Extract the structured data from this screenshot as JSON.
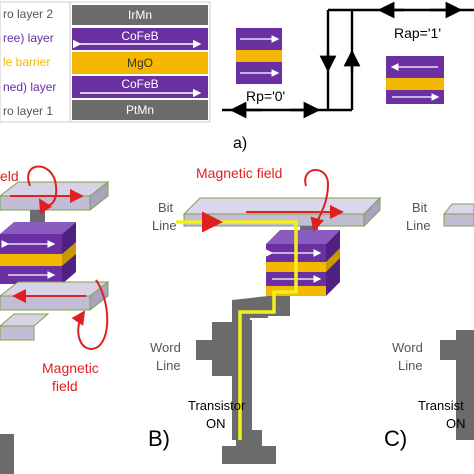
{
  "stack": {
    "rows": [
      {
        "label": "ro layer 2",
        "material": "IrMn",
        "color": "#6b6b6b",
        "text_color": "#ffffff"
      },
      {
        "label": "ree) layer",
        "material": "CoFeB",
        "color": "#6a2fa0",
        "text_color": "#ffffff",
        "label_color": "#6a2fa0"
      },
      {
        "label": "le barrier",
        "material": "MgO",
        "color": "#f5b800",
        "text_color": "#333333",
        "label_color": "#f5b800"
      },
      {
        "label": "ned) layer",
        "material": "CoFeB",
        "color": "#6a2fa0",
        "text_color": "#ffffff",
        "label_color": "#6a2fa0"
      },
      {
        "label": "ro layer 1",
        "material": "PtMn",
        "color": "#6b6b6b",
        "text_color": "#ffffff"
      }
    ]
  },
  "hysteresis": {
    "rp_label": "Rp='0'",
    "rap_label": "Rap='1'"
  },
  "panel_a_label": "a)",
  "panel_left": {
    "field_top": "eld",
    "magnetic_field_1": "Magnetic",
    "magnetic_field_2": "field"
  },
  "panel_b": {
    "label": "B)",
    "magnetic_field": "Magnetic field",
    "bit_line_1": "Bit",
    "bit_line_2": "Line",
    "word_line_1": "Word",
    "word_line_2": "Line",
    "transistor_1": "Transistor",
    "transistor_2": "ON"
  },
  "panel_c": {
    "label": "C)",
    "bit_line_1": "Bit",
    "bit_line_2": "Line",
    "word_line_1": "Word",
    "word_line_2": "Line",
    "transistor_1": "Transist",
    "transistor_2": "ON"
  },
  "colors": {
    "purple": "#6a2fa0",
    "gold": "#f5b800",
    "grey": "#6b6b6b",
    "lavender": "#c9c3dc",
    "red": "#e02020",
    "yellow_path": "#f2ef1a"
  }
}
